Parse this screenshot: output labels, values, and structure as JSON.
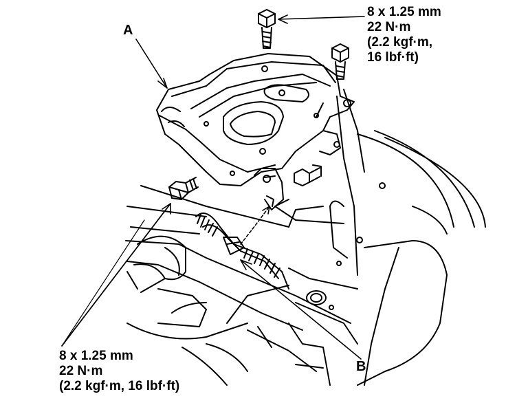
{
  "labels": {
    "part_a": "A",
    "part_b": "B"
  },
  "top_spec": {
    "size": "8 x 1.25 mm",
    "torque_nm": "22 N·m",
    "torque_kgf": "(2.2 kgf·m,",
    "torque_lbf": "16 lbf·ft)"
  },
  "bottom_spec": {
    "size": "8 x 1.25 mm",
    "torque_nm": "22 N·m",
    "torque_kgf_lbf": "(2.2 kgf·m, 16 lbf·ft)"
  }
}
